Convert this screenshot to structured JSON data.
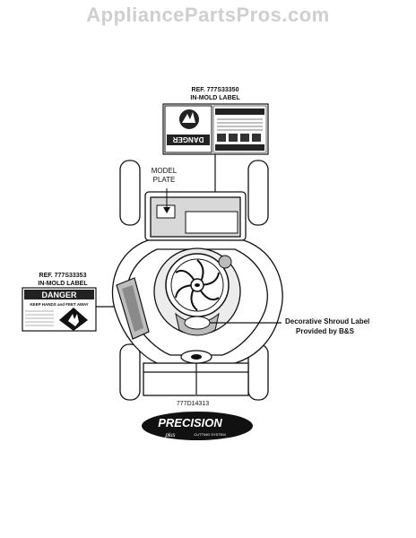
{
  "watermark": "AppliancePartsPros.com",
  "labels": {
    "top_label_ref": "REF. 777S33350",
    "top_label_type": "IN-MOLD LABEL",
    "model_plate_line1": "MODEL",
    "model_plate_line2": "PLATE",
    "left_label_ref": "REF. 777S33353",
    "left_label_type": "IN-MOLD LABEL",
    "shroud_line1": "Decorative Shroud Label",
    "shroud_line2": "Provided by B&S",
    "bottom_part": "777D14313"
  },
  "danger_label": {
    "title": "DANGER",
    "subtitle": "KEEP HANDS and FEET AWAY"
  },
  "logo": {
    "brand": "PRECISION",
    "sub": "plus",
    "tag": "CUTTING SYSTEM"
  }
}
